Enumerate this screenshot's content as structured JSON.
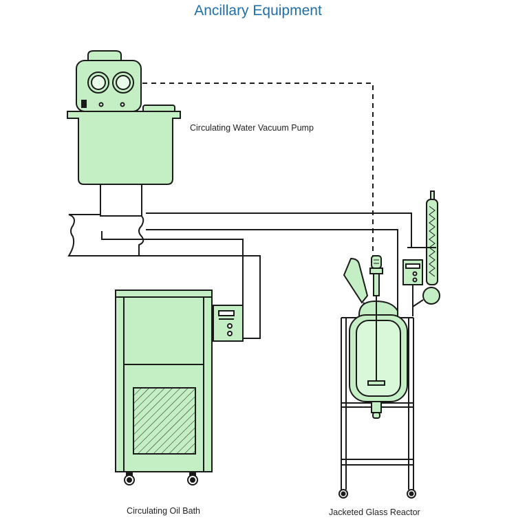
{
  "title": "Ancillary Equipment",
  "labels": {
    "pump": "Circulating Water Vacuum Pump",
    "oil_bath": "Circulating Oil Bath",
    "reactor": "Jacketed Glass Reactor"
  },
  "colors": {
    "equipment_fill": "#c4efc4",
    "outline": "#1a1a1a",
    "title": "#1f6fa8"
  }
}
